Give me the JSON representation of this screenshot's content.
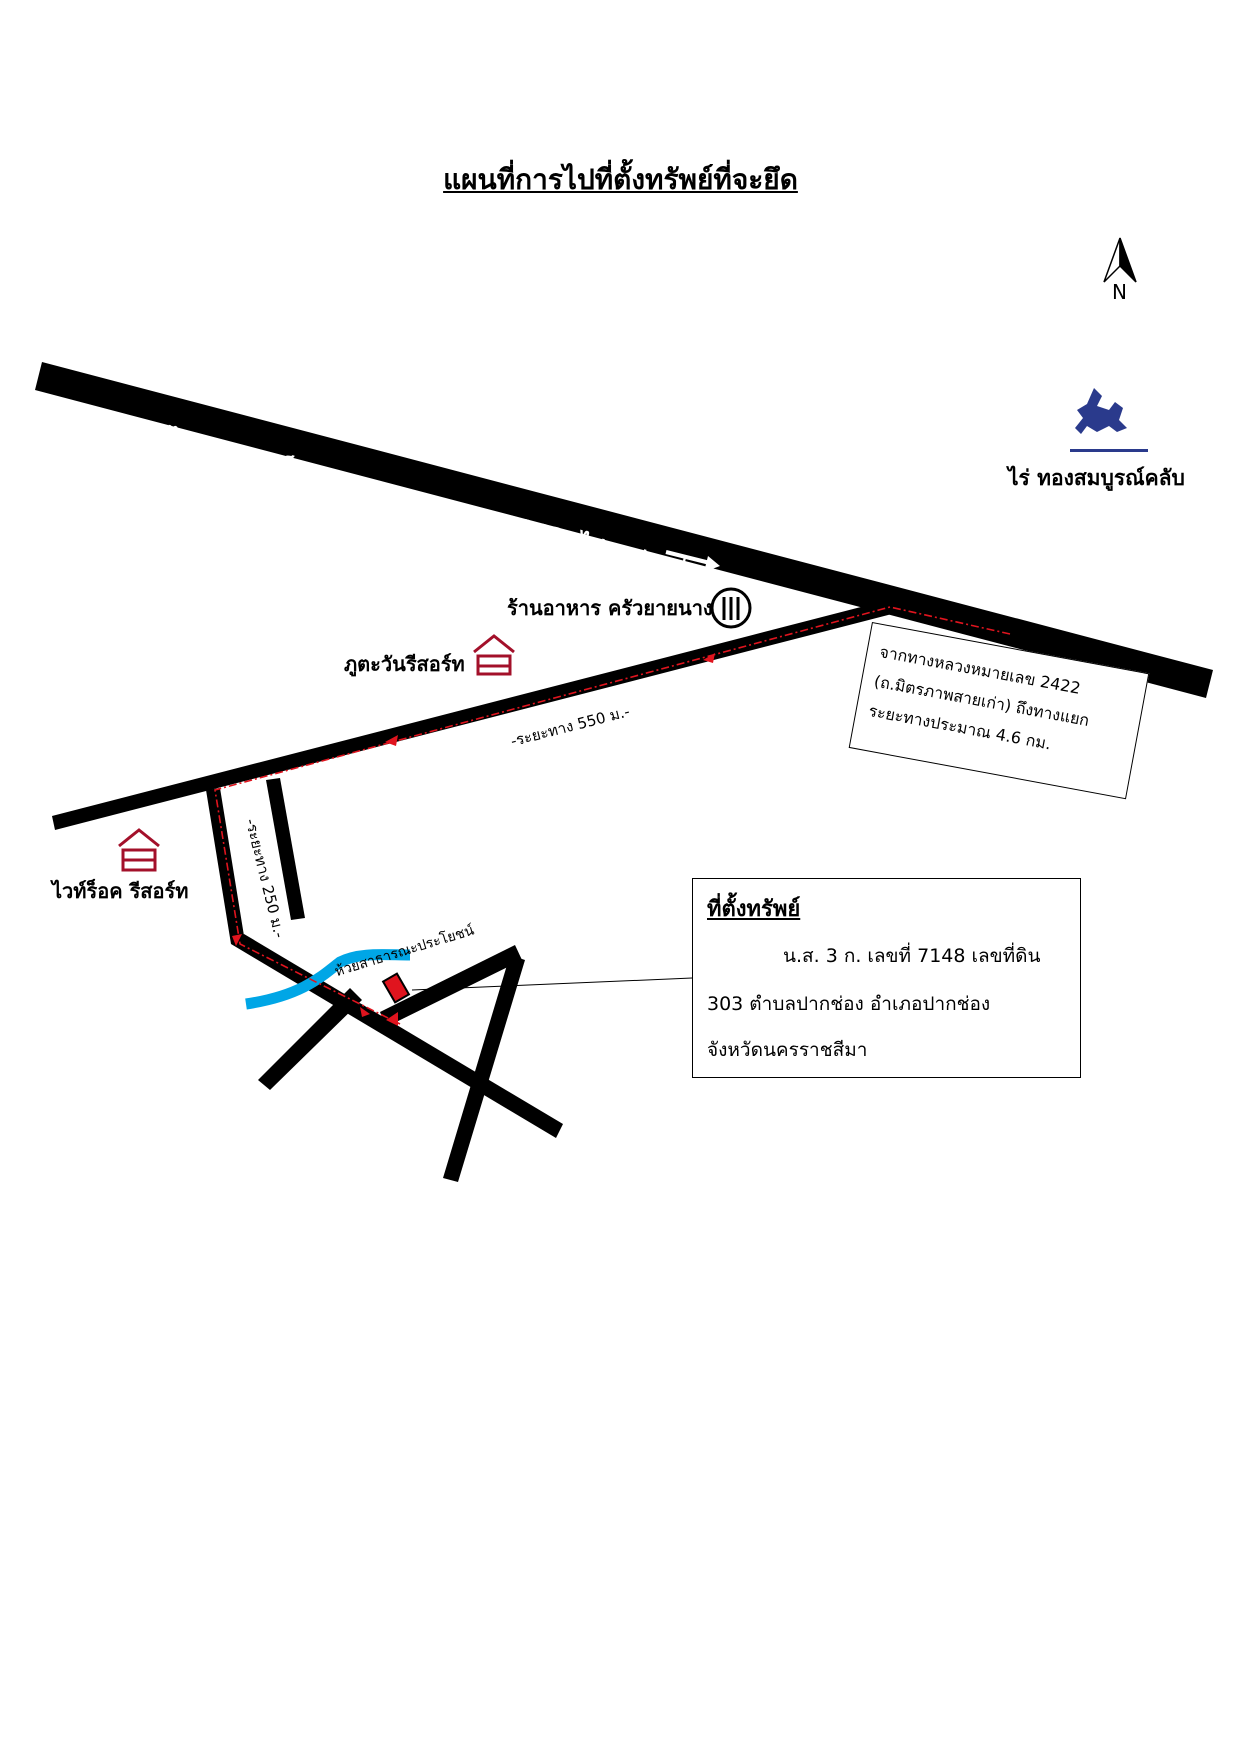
{
  "title": "แผนที่การไปที่ตั้งทรัพย์ที่จะยึด",
  "north": "N",
  "landmarks": {
    "rai": "ไร่ ทองสมบูรณ์คลับ",
    "restaurant": "ร้านอาหาร ครัวยายนาง",
    "phutawan": "ภูตะวันรีสอร์ท",
    "whiterock": "ไวท์ร็อค รีสอร์ท"
  },
  "roads": {
    "main_label": "ไป อ.มวกเหล็ก -ทางหลวงหมายเลข 2243-  ไป อ.ปากช่อง",
    "distance_550": "-ระยะทาง 550 ม.-",
    "distance_250": "-ระยะทาง 250 ม.-",
    "stream": "ห้วยสาธารณะประโยชน์"
  },
  "from_box": {
    "line1": "จากทางหลวงหมายเลข  2422",
    "line2": "(ถ.มิตรภาพสายเก่า) ถึงทางแยก",
    "line3": "ระยะทางประมาณ 4.6 กม."
  },
  "property": {
    "title": "ที่ตั้งทรัพย์",
    "line1": "น.ส. 3 ก. เลขที่ 7148 เลขที่ดิน",
    "line2": "303  ตำบลปากช่อง  อำเภอปากช่อง",
    "line3": "จังหวัดนครราชสีมา"
  },
  "colors": {
    "road": "#000000",
    "route": "#e0141e",
    "stream": "#00a6e6",
    "hotel_icon": "#a3102a",
    "property_marker": "#e0141e",
    "logo": "#2a3a8c"
  }
}
